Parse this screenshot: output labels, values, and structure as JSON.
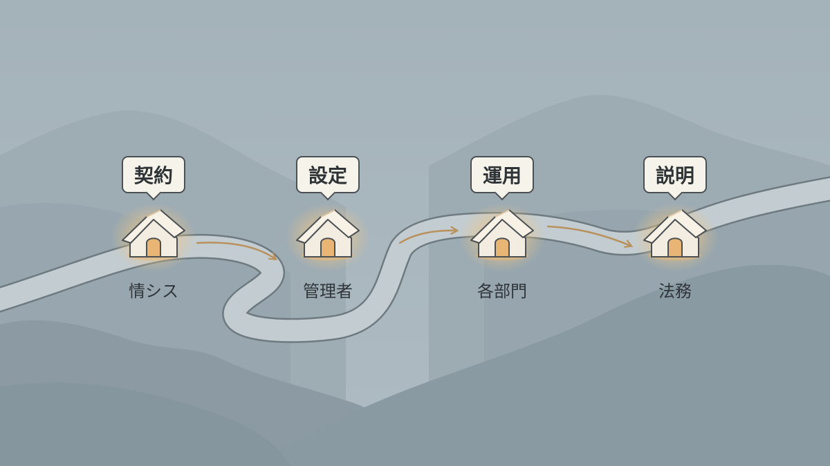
{
  "stages": [
    {
      "step": "契約",
      "owner": "情シス"
    },
    {
      "step": "設定",
      "owner": "管理者"
    },
    {
      "step": "運用",
      "owner": "各部門"
    },
    {
      "step": "説明",
      "owner": "法務"
    }
  ],
  "colors": {
    "sky": "#a9b7bf",
    "road": "#c3ccd0",
    "arrow": "#b8915c",
    "house": "#f3ece0",
    "glow": "#f2c98a"
  }
}
